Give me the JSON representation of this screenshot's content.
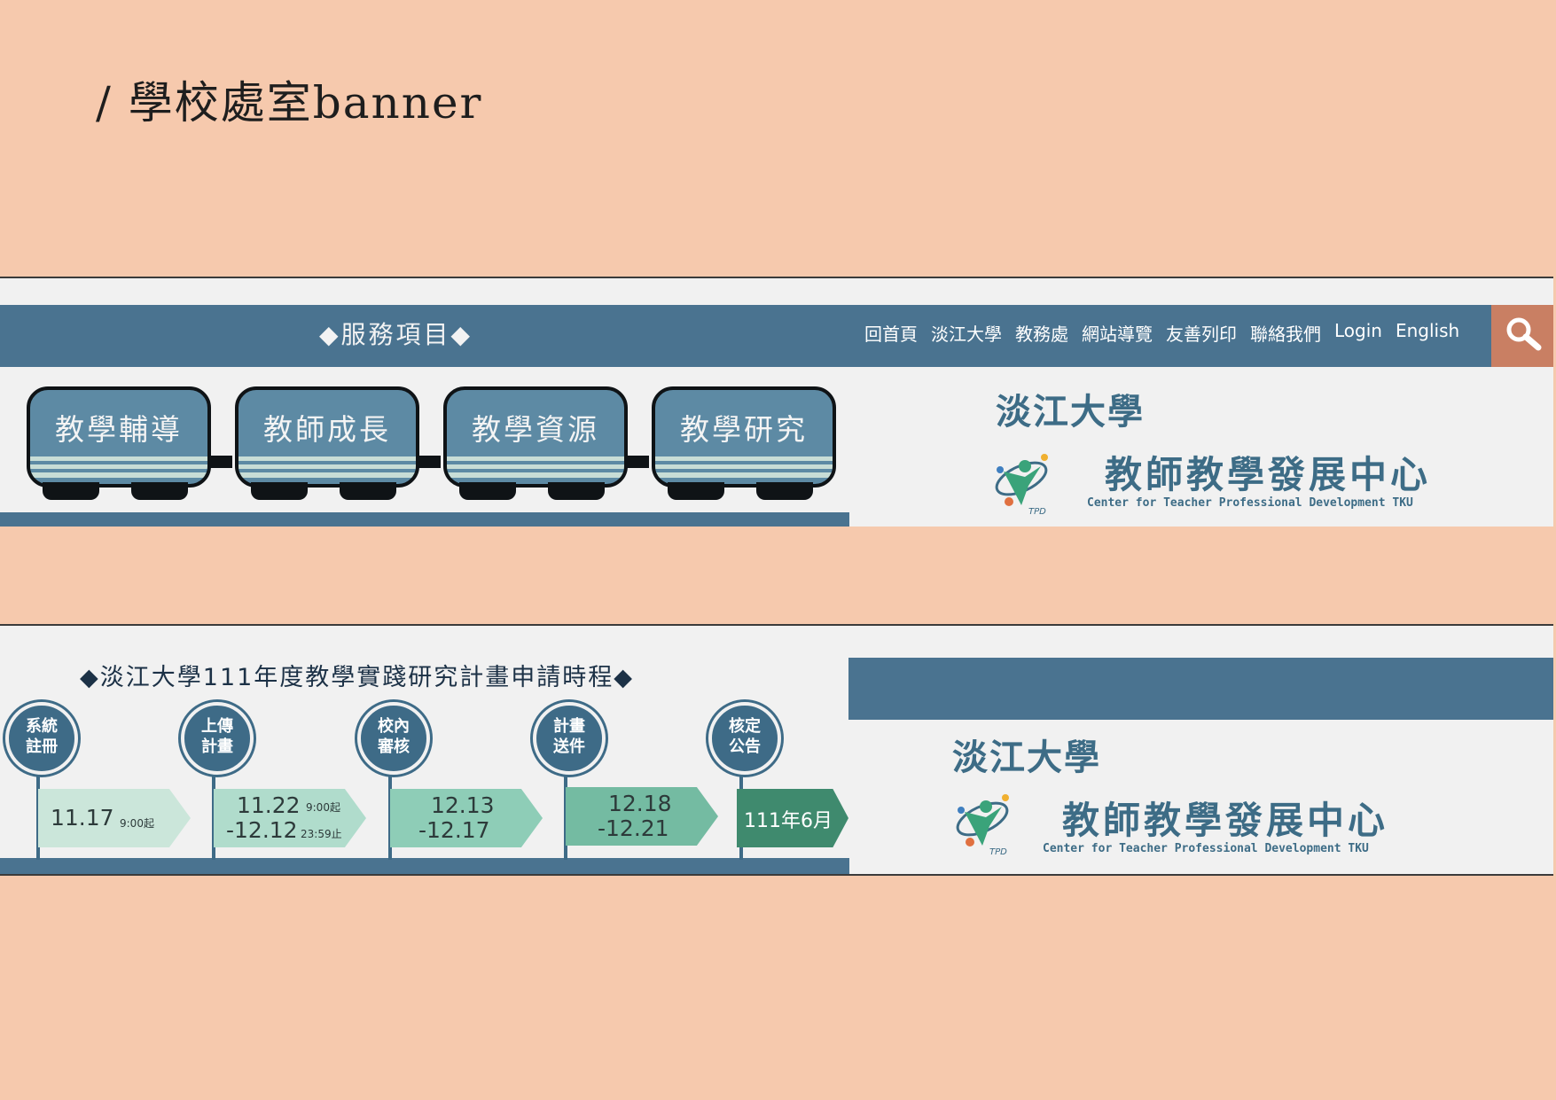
{
  "heading": "/ 學校處室banner",
  "banner1": {
    "service_title": "◆服務項目◆",
    "nav": [
      "回首頁",
      "淡江大學",
      "教務處",
      "網站導覽",
      "友善列印",
      "聯絡我們",
      "Login",
      "English"
    ],
    "cars": [
      "教學輔導",
      "教師成長",
      "教學資源",
      "教學研究"
    ],
    "logo": {
      "university": "淡江大學",
      "center": "教師教學發展中心",
      "english": "Center for Teacher Professional Development TKU",
      "badge": "TPD"
    }
  },
  "banner2": {
    "title": "◆淡江大學111年度教學實踐研究計畫申請時程◆",
    "stages": [
      {
        "line1": "系統",
        "line2": "註冊",
        "date_main": "11.17",
        "date_sub": "9:00起",
        "date_main2": "",
        "date_sub2": ""
      },
      {
        "line1": "上傳",
        "line2": "計畫",
        "date_main": "11.22",
        "date_sub": "9:00起",
        "date_main2": "-12.12",
        "date_sub2": "23:59止"
      },
      {
        "line1": "校內",
        "line2": "審核",
        "date_main": "12.13",
        "date_sub": "",
        "date_main2": "-12.17",
        "date_sub2": ""
      },
      {
        "line1": "計畫",
        "line2": "送件",
        "date_main": "12.18",
        "date_sub": "",
        "date_main2": "-12.21",
        "date_sub2": ""
      },
      {
        "line1": "核定",
        "line2": "公告",
        "date_main": "111年6月",
        "date_sub": "",
        "date_main2": "",
        "date_sub2": ""
      }
    ],
    "arrow_colors": [
      "#cbe6da",
      "#b0dccc",
      "#8ecdb7",
      "#74bba2",
      "#3f8a6e"
    ],
    "logo": {
      "university": "淡江大學",
      "center": "教師教學發展中心",
      "english": "Center for Teacher Professional Development TKU",
      "badge": "TPD"
    }
  },
  "colors": {
    "background": "#f6c9ad",
    "nav": "#4a7390",
    "search": "#c97f63",
    "logo_text": "#3d6c86"
  }
}
